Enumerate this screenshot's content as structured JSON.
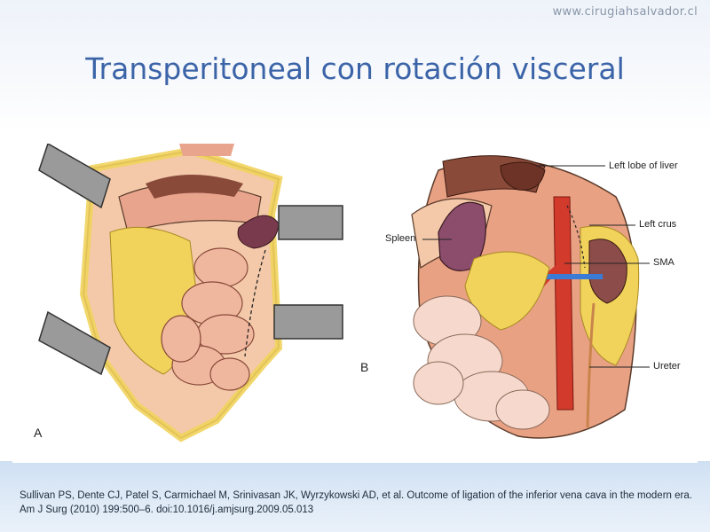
{
  "header": {
    "website": "www.cirugiahsalvador.cl",
    "title": "Transperitoneal con rotación visceral"
  },
  "figure": {
    "panel_a": {
      "letter": "A"
    },
    "panel_b": {
      "letter": "B",
      "labels": {
        "left_lobe_of_liver": "Left lobe of liver",
        "left_crus": "Left crus",
        "spleen": "Spleen",
        "sma": "SMA",
        "ureter": "Ureter"
      }
    }
  },
  "footer": {
    "citation": "Sullivan PS, Dente CJ, Patel S, Carmichael M, Srinivasan JK, Wyrzykowski AD, et al. Outcome of ligation of the inferior vena cava in the modern era. Am J Surg (2010) 199:500–6. doi:10.1016/j.amjsurg.2009.05.013"
  },
  "colors": {
    "title": "#3b64a8",
    "website": "#8a96a8",
    "fat_yellow": "#f1d35c",
    "bowel_pink": "#f0b79f",
    "liver_brown": "#8a4a3a",
    "artery_red": "#d23a2c",
    "vein_blue": "#3a7bd5",
    "retractor_gray": "#9a9a9a"
  }
}
